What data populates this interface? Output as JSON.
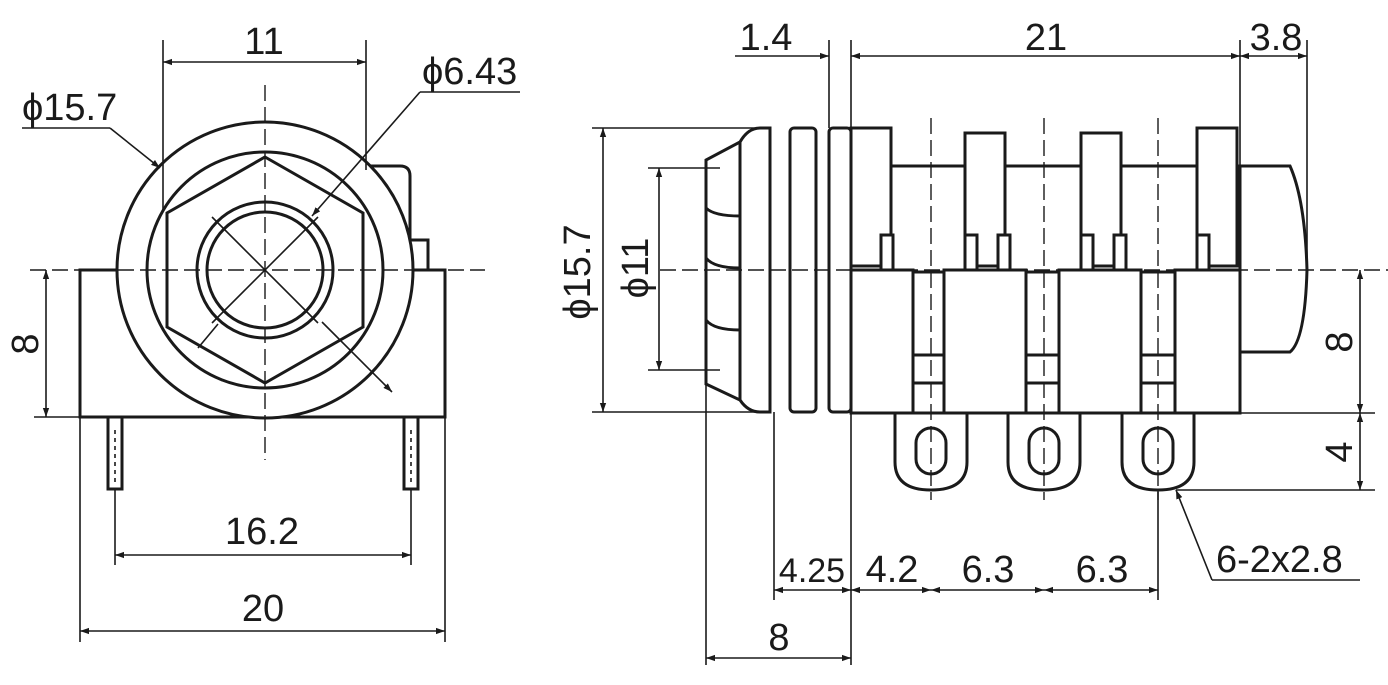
{
  "front_view": {
    "dim_top_width": "11",
    "dim_outer_diameter": "ϕ15.7",
    "dim_bore_diameter": "ϕ6.43",
    "dim_height": "8",
    "dim_pin_spacing": "16.2",
    "dim_total_width": "20"
  },
  "side_view": {
    "dim_flange": "1.4",
    "dim_body_length": "21",
    "dim_rear": "3.8",
    "dim_outer_diameter": "ϕ15.7",
    "dim_thread_diameter": "ϕ11",
    "dim_height": "8",
    "dim_lug_height": "4",
    "dim_spacing_a": "4.25",
    "dim_spacing_b": "4.2",
    "dim_spacing_c": "6.3",
    "dim_spacing_d": "6.3",
    "dim_thread_length": "8",
    "dim_lug_holes": "6-2x2.8"
  }
}
